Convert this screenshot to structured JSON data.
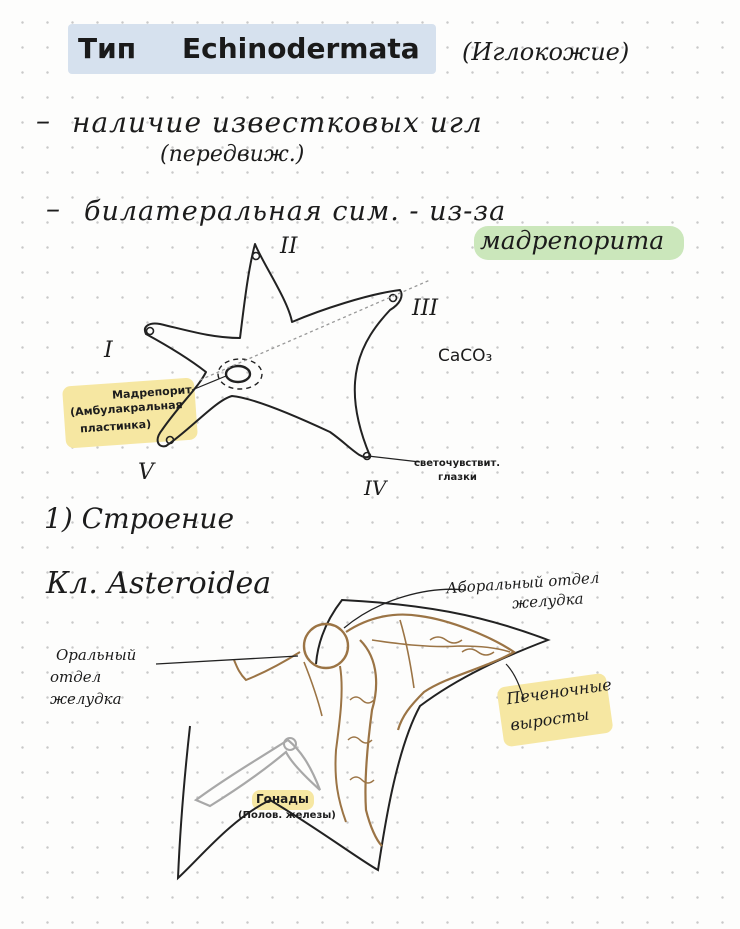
{
  "heading": {
    "type_label": "Тип",
    "phylum": "Echinodermata",
    "common_name": "(Иглокожие)"
  },
  "notes": {
    "line1_dash": "–",
    "line1": "наличие известковых игл",
    "line1_sub": "(передвиж.)",
    "line2_dash": "–",
    "line2": "билатеральная сим. - из-за",
    "line2_highlight": "мадрепорита"
  },
  "starfish": {
    "rays": [
      "I",
      "II",
      "III",
      "IV",
      "V"
    ],
    "formula": "CaCO₃",
    "madreporite_label": [
      "Мадрепорит",
      "(Амбулакральная",
      "пластинка)"
    ],
    "eyespots_label": [
      "светочувствит.",
      "глазки"
    ]
  },
  "section": {
    "number": "1) Строение",
    "class_label": "Кл. Asteroidea"
  },
  "anatomy": {
    "aboral_label": [
      "Аборальный отдел",
      "желудка"
    ],
    "oral_label": [
      "Оральный",
      "отдел",
      "желудка"
    ],
    "hepatic_label": [
      "Печеночные",
      "выросты"
    ],
    "gonads_label": "Гонады",
    "gonads_sub": "(Полов. железы)"
  },
  "colors": {
    "title_highlight": "#d6e1ee",
    "green_highlight": "#cbe7bb",
    "yellow_highlight": "#f6e7a2",
    "organ_stroke": "#9b7445",
    "gonad_stroke": "#a8a8a8"
  }
}
